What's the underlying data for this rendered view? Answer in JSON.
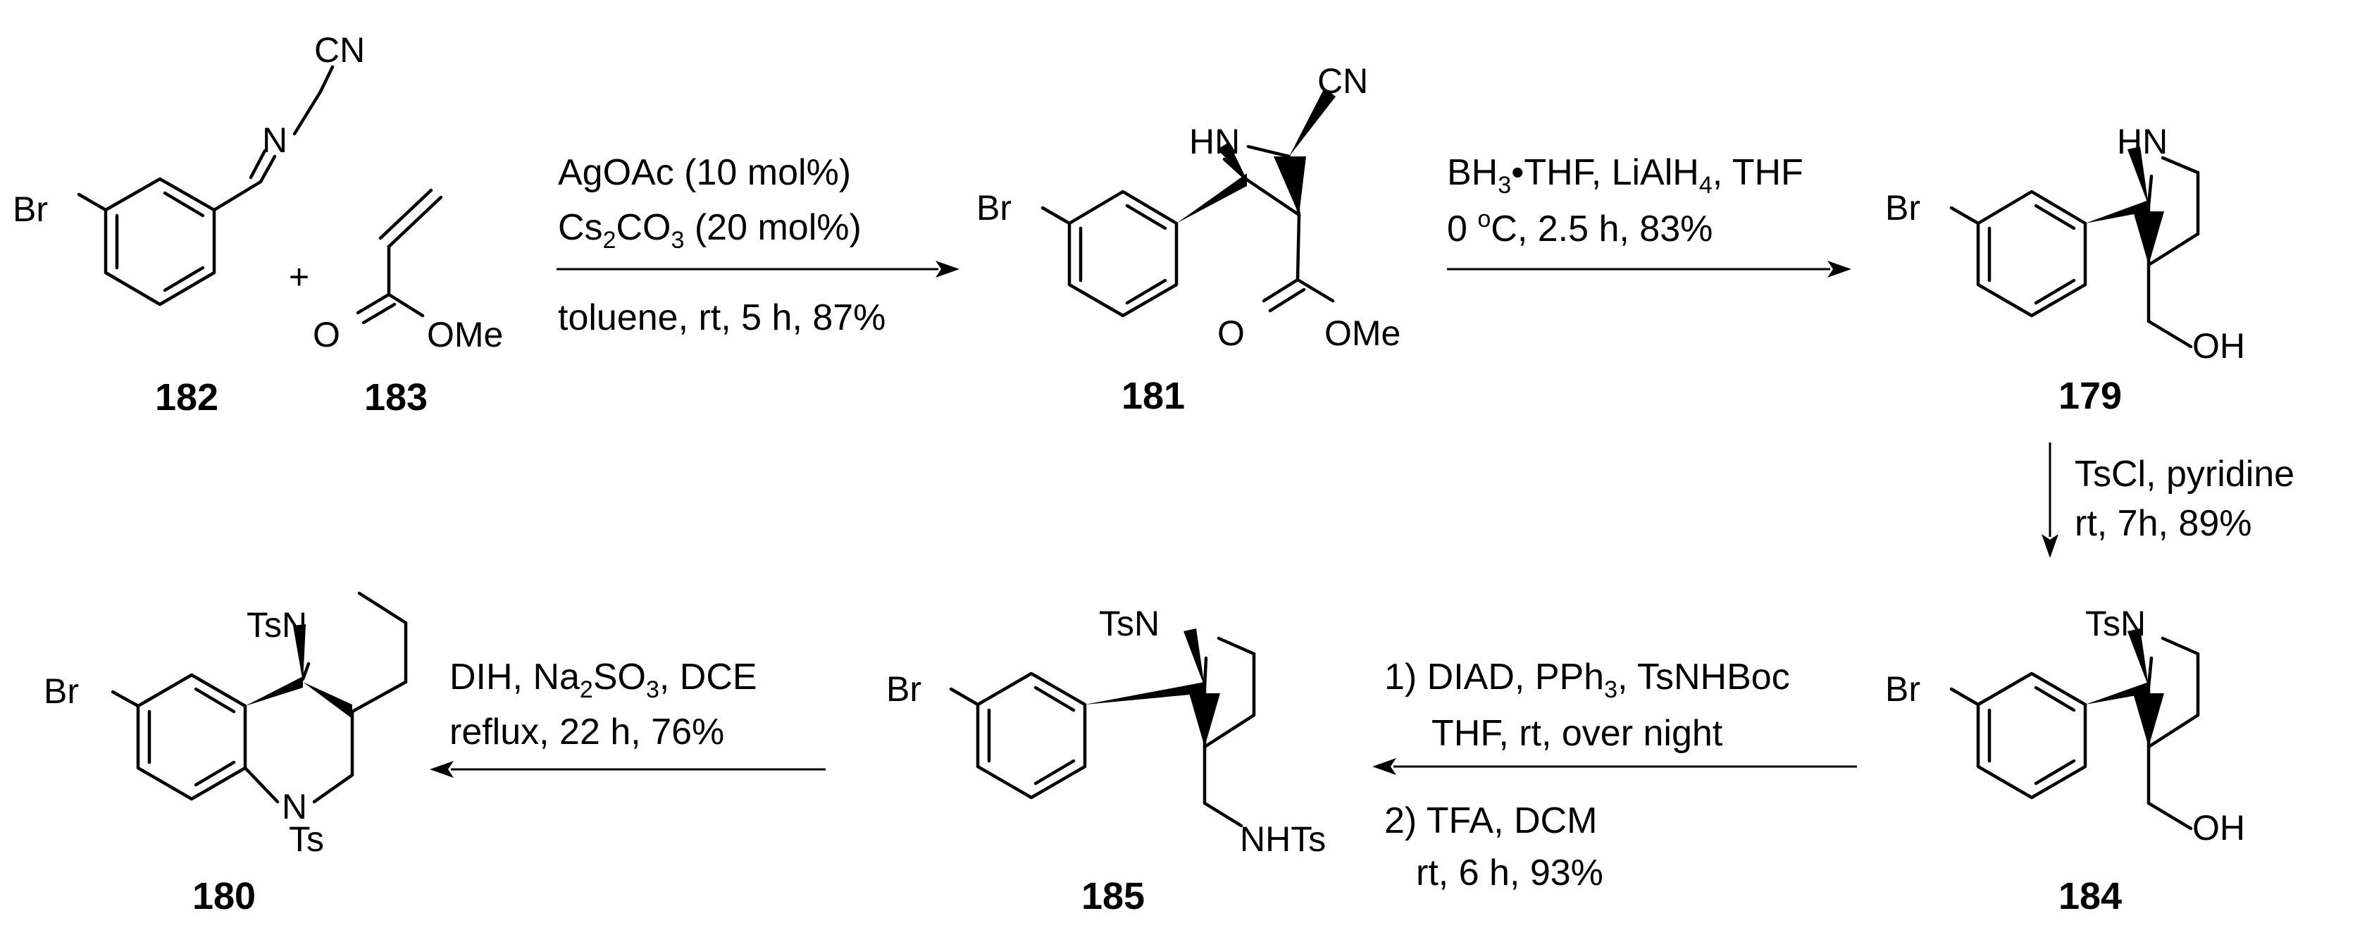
{
  "atoms": {
    "br": "Br",
    "cn": "CN",
    "n": "N",
    "hn": "HN",
    "tsn": "TsN",
    "ts": "Ts",
    "o": "O",
    "ome": "OMe",
    "oh": "OH",
    "nhts": "NHTs",
    "plus": "+"
  },
  "compounds": {
    "c182": "182",
    "c183": "183",
    "c181": "181",
    "c179": "179",
    "c184": "184",
    "c185": "185",
    "c180": "180"
  },
  "steps": {
    "step1": {
      "line1": "AgOAc (10 mol%)",
      "line2_a": "Cs",
      "line2_s1": "2",
      "line2_b": "CO",
      "line2_s2": "3",
      "line2_c": " (20 mol%)",
      "line3": "toluene, rt, 5 h, 87%"
    },
    "step2": {
      "line1_a": "BH",
      "line1_s1": "3",
      "line1_b": "•THF, LiAlH",
      "line1_s2": "4",
      "line1_c": ", THF",
      "line2_a": "0 ",
      "line2_sup": "o",
      "line2_b": "C, 2.5 h, 83%"
    },
    "step3": {
      "line1": "TsCl, pyridine",
      "line2": "rt, 7h, 89%"
    },
    "step4": {
      "line1_a": "1) DIAD, PPh",
      "line1_s1": "3",
      "line1_b": ", TsNHBoc",
      "line2": "THF,  rt, over night",
      "line3": "2) TFA, DCM",
      "line4": "rt, 6 h,  93%"
    },
    "step5": {
      "line1_a": "DIH, Na",
      "line1_s1": "2",
      "line1_b": "SO",
      "line1_s2": "3",
      "line1_c": ", DCE",
      "line2": "reflux, 22 h, 76%"
    }
  }
}
